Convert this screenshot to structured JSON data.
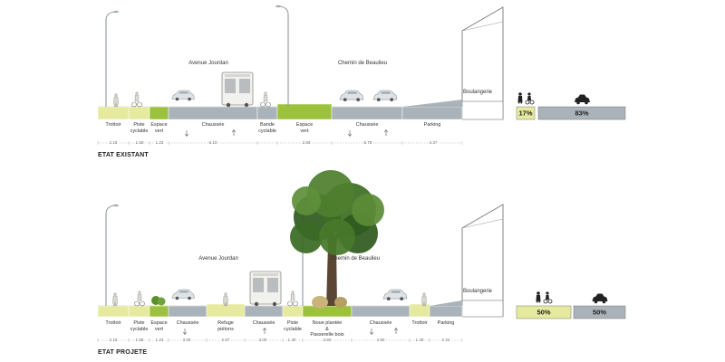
{
  "sections": [
    {
      "id": "existant",
      "title": "ETAT EXISTANT",
      "streets": [
        "Avenue Jourdan",
        "Chemin de Beaulieu"
      ],
      "building_label": "Boulangerie",
      "segments": [
        {
          "label": "Trottoir",
          "dimension": "2.16",
          "color": "#e6ea9e"
        },
        {
          "label": "Piste\ncyclable",
          "dimension": "1.50",
          "color": "#e6ea9e"
        },
        {
          "label": "Espace\nvert",
          "dimension": "1.23",
          "color": "#9cc23c"
        },
        {
          "label": "Chaussée",
          "dimension": "6.10",
          "color": "#aab3b9"
        },
        {
          "label": "Bande\ncyclable",
          "dimension": "",
          "color": "#aab3b9"
        },
        {
          "label": "Espace\nvert",
          "dimension": "2.93",
          "color": "#9cc23c"
        },
        {
          "label": "Chaussée",
          "dimension": "5.78",
          "color": "#aab3b9"
        },
        {
          "label": "Parking",
          "dimension": "4.37",
          "color": "#aab3b9"
        }
      ],
      "modal_share": [
        {
          "value": "17%",
          "color": "#e6ea9e",
          "icon": "pedestrian-cyclist-icon"
        },
        {
          "value": "83%",
          "color": "#aab3b9",
          "icon": "car-icon"
        }
      ]
    },
    {
      "id": "projete",
      "title": "ETAT PROJETE",
      "streets": [
        "Avenue Jourdan",
        "Chemin de Beaulieu"
      ],
      "building_label": "Boulangerie",
      "segments": [
        {
          "label": "Trottoir",
          "dimension": "2.16",
          "color": "#e6ea9e"
        },
        {
          "label": "Piste\ncyclable",
          "dimension": "1.55",
          "color": "#e6ea9e"
        },
        {
          "label": "Espace\nvert",
          "dimension": "1.23",
          "color": "#9cc23c"
        },
        {
          "label": "Chaussée",
          "dimension": "3.00",
          "color": "#aab3b9"
        },
        {
          "label": "Refuge\npiétons",
          "dimension": "2.57",
          "color": "#e6ea9e"
        },
        {
          "label": "Chaussée",
          "dimension": "3.00",
          "color": "#aab3b9"
        },
        {
          "label": "Piste\ncyclable",
          "dimension": "1.40",
          "color": "#e6ea9e"
        },
        {
          "label": "Noue plantée\n&\nPasserelle bois",
          "dimension": "3.60",
          "color": "#9cc23c"
        },
        {
          "label": "Chaussée",
          "dimension": "4.50",
          "color": "#aab3b9"
        },
        {
          "label": "Trottoir",
          "dimension": "1.40",
          "color": "#e6ea9e"
        },
        {
          "label": "Parking",
          "dimension": "2.22",
          "color": "#aab3b9"
        }
      ],
      "modal_share": [
        {
          "value": "50%",
          "color": "#e6ea9e",
          "icon": "pedestrian-cyclist-icon"
        },
        {
          "value": "50%",
          "color": "#aab3b9",
          "icon": "car-icon"
        }
      ]
    }
  ]
}
